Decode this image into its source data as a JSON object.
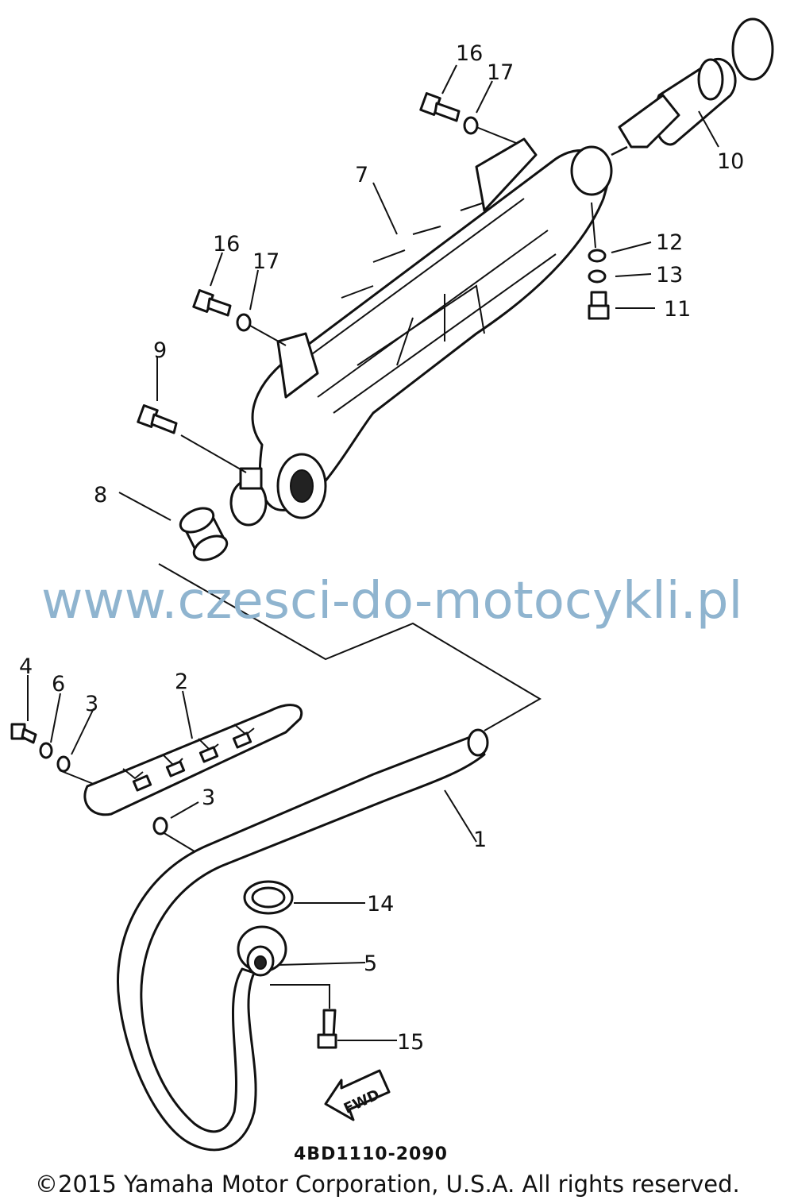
{
  "callouts": [
    {
      "id": "1",
      "text": "1"
    },
    {
      "id": "2",
      "text": "2"
    },
    {
      "id": "3a",
      "text": "3"
    },
    {
      "id": "3b",
      "text": "3"
    },
    {
      "id": "4",
      "text": "4"
    },
    {
      "id": "5",
      "text": "5"
    },
    {
      "id": "6",
      "text": "6"
    },
    {
      "id": "7",
      "text": "7"
    },
    {
      "id": "8",
      "text": "8"
    },
    {
      "id": "9",
      "text": "9"
    },
    {
      "id": "10",
      "text": "10"
    },
    {
      "id": "11",
      "text": "11"
    },
    {
      "id": "12",
      "text": "12"
    },
    {
      "id": "13",
      "text": "13"
    },
    {
      "id": "14",
      "text": "14"
    },
    {
      "id": "15",
      "text": "15"
    },
    {
      "id": "16a",
      "text": "16"
    },
    {
      "id": "16b",
      "text": "16"
    },
    {
      "id": "17a",
      "text": "17"
    },
    {
      "id": "17b",
      "text": "17"
    }
  ],
  "fwd_label": "FWD",
  "diagram_code": "4BD1110-2090",
  "watermark": "www.czesci-do-motocykli.pl",
  "copyright": "©2015 Yamaha Motor Corporation, U.S.A. All rights reserved.",
  "colors": {
    "line": "#111111",
    "watermark": "#8fb4cf",
    "background": "#ffffff"
  }
}
